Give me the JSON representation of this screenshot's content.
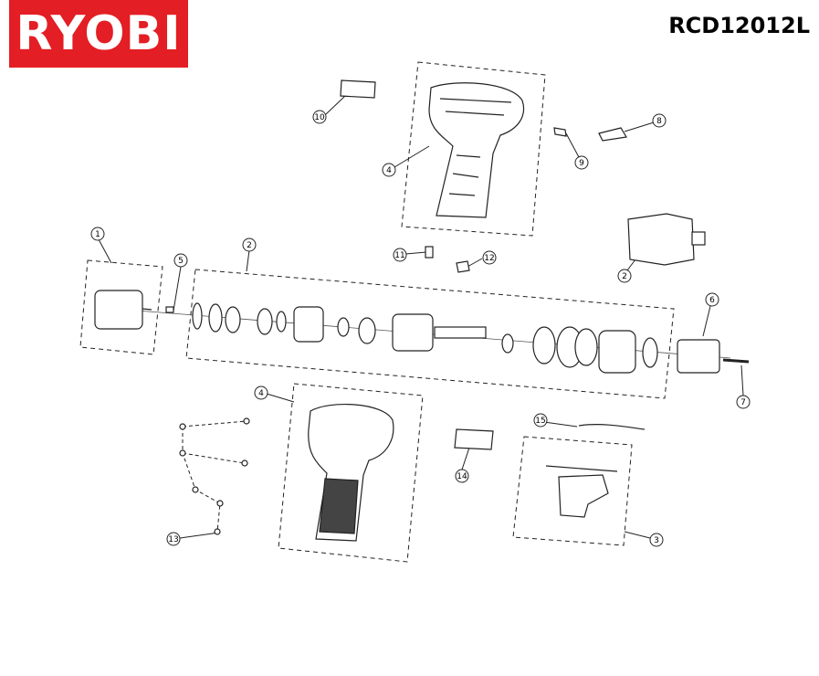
{
  "brand": {
    "logo_text": "RYOBI",
    "color": "#e31e24"
  },
  "model": "RCD12012L",
  "callouts": [
    "1",
    "2",
    "2",
    "3",
    "4",
    "4",
    "5",
    "6",
    "7",
    "8",
    "9",
    "10",
    "11",
    "12",
    "13",
    "14",
    "15"
  ]
}
